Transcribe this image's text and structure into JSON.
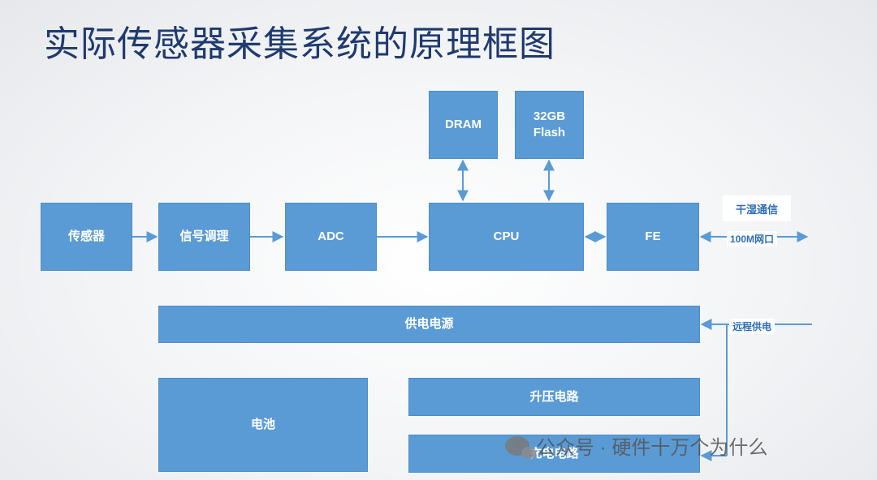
{
  "title": "实际传感器采集系统的原理框图",
  "blocks": {
    "sensor": "传感器",
    "conditioning": "信号调理",
    "adc": "ADC",
    "cpu": "CPU",
    "dram": "DRAM",
    "flash_line1": "32GB",
    "flash_line2": "Flash",
    "fe": "FE",
    "power": "供电电源",
    "battery": "电池",
    "boost": "升压电路",
    "charge": "充电电路"
  },
  "labels": {
    "dry_contact": "干湿通信",
    "network": "100M网口",
    "remote_power": "远程供电"
  },
  "watermark": "公众号 · 硬件十万个为什么",
  "colors": {
    "block_fill": "#5b9bd5",
    "wire": "#5b9bd5",
    "title": "#1f3a6e"
  }
}
